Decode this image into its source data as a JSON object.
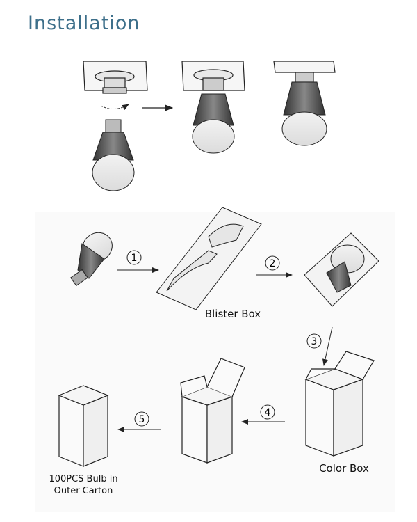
{
  "title": "Installation",
  "steps": [
    "1",
    "2",
    "3",
    "4",
    "5"
  ],
  "labels": {
    "blister_box": "Blister Box",
    "color_box": "Color Box",
    "carton_line1": "100PCS Bulb in",
    "carton_line2": "Outer Carton"
  }
}
